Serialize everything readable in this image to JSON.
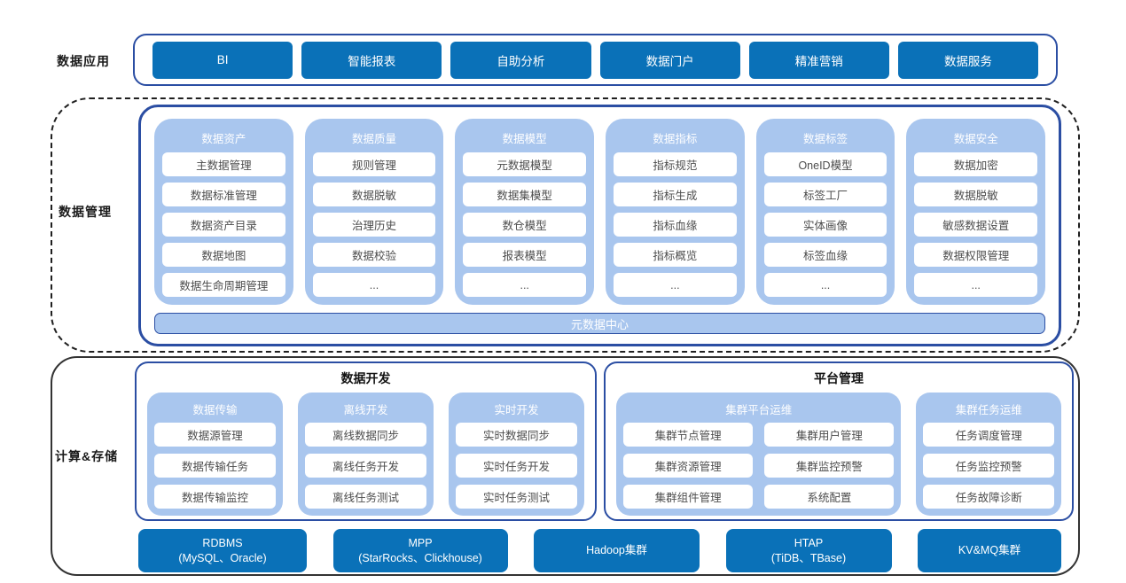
{
  "colors": {
    "primary_blue": "#0A71B8",
    "light_blue": "#A9C6EE",
    "border_blue": "#2B4EA3"
  },
  "application_layer": {
    "label": "数据应用",
    "apps": [
      "BI",
      "智能报表",
      "自助分析",
      "数据门户",
      "精准营销",
      "数据服务"
    ]
  },
  "management_layer": {
    "label": "数据管理",
    "columns": [
      {
        "title": "数据资产",
        "items": [
          "主数据管理",
          "数据标准管理",
          "数据资产目录",
          "数据地图",
          "数据生命周期管理"
        ]
      },
      {
        "title": "数据质量",
        "items": [
          "规则管理",
          "数据脱敏",
          "治理历史",
          "数据校验",
          "..."
        ]
      },
      {
        "title": "数据模型",
        "items": [
          "元数据模型",
          "数据集模型",
          "数仓模型",
          "报表模型",
          "..."
        ]
      },
      {
        "title": "数据指标",
        "items": [
          "指标规范",
          "指标生成",
          "指标血缘",
          "指标概览",
          "..."
        ]
      },
      {
        "title": "数据标签",
        "items": [
          "OneID模型",
          "标签工厂",
          "实体画像",
          "标签血缘",
          "..."
        ]
      },
      {
        "title": "数据安全",
        "items": [
          "数据加密",
          "数据脱敏",
          "敏感数据设置",
          "数据权限管理",
          "..."
        ]
      }
    ],
    "meta_center": "元数据中心"
  },
  "compute_layer": {
    "label": "计算&存储",
    "data_dev": {
      "title": "数据开发",
      "columns": [
        {
          "title": "数据传输",
          "items": [
            "数据源管理",
            "数据传输任务",
            "数据传输监控"
          ]
        },
        {
          "title": "离线开发",
          "items": [
            "离线数据同步",
            "离线任务开发",
            "离线任务测试"
          ]
        },
        {
          "title": "实时开发",
          "items": [
            "实时数据同步",
            "实时任务开发",
            "实时任务测试"
          ]
        }
      ]
    },
    "platform_mgmt": {
      "title": "平台管理",
      "cluster_platform": {
        "title": "集群平台运维",
        "items": [
          "集群节点管理",
          "集群用户管理",
          "集群资源管理",
          "集群监控预警",
          "集群组件管理",
          "系统配置"
        ]
      },
      "cluster_task": {
        "title": "集群任务运维",
        "items": [
          "任务调度管理",
          "任务监控预警",
          "任务故障诊断"
        ]
      }
    },
    "storage": [
      {
        "line1": "RDBMS",
        "line2": "(MySQL、Oracle)"
      },
      {
        "line1": "MPP",
        "line2": "(StarRocks、Clickhouse)"
      },
      {
        "line1": "Hadoop集群",
        "line2": ""
      },
      {
        "line1": "HTAP",
        "line2": "(TiDB、TBase)"
      },
      {
        "line1": "KV&MQ集群",
        "line2": ""
      }
    ]
  }
}
